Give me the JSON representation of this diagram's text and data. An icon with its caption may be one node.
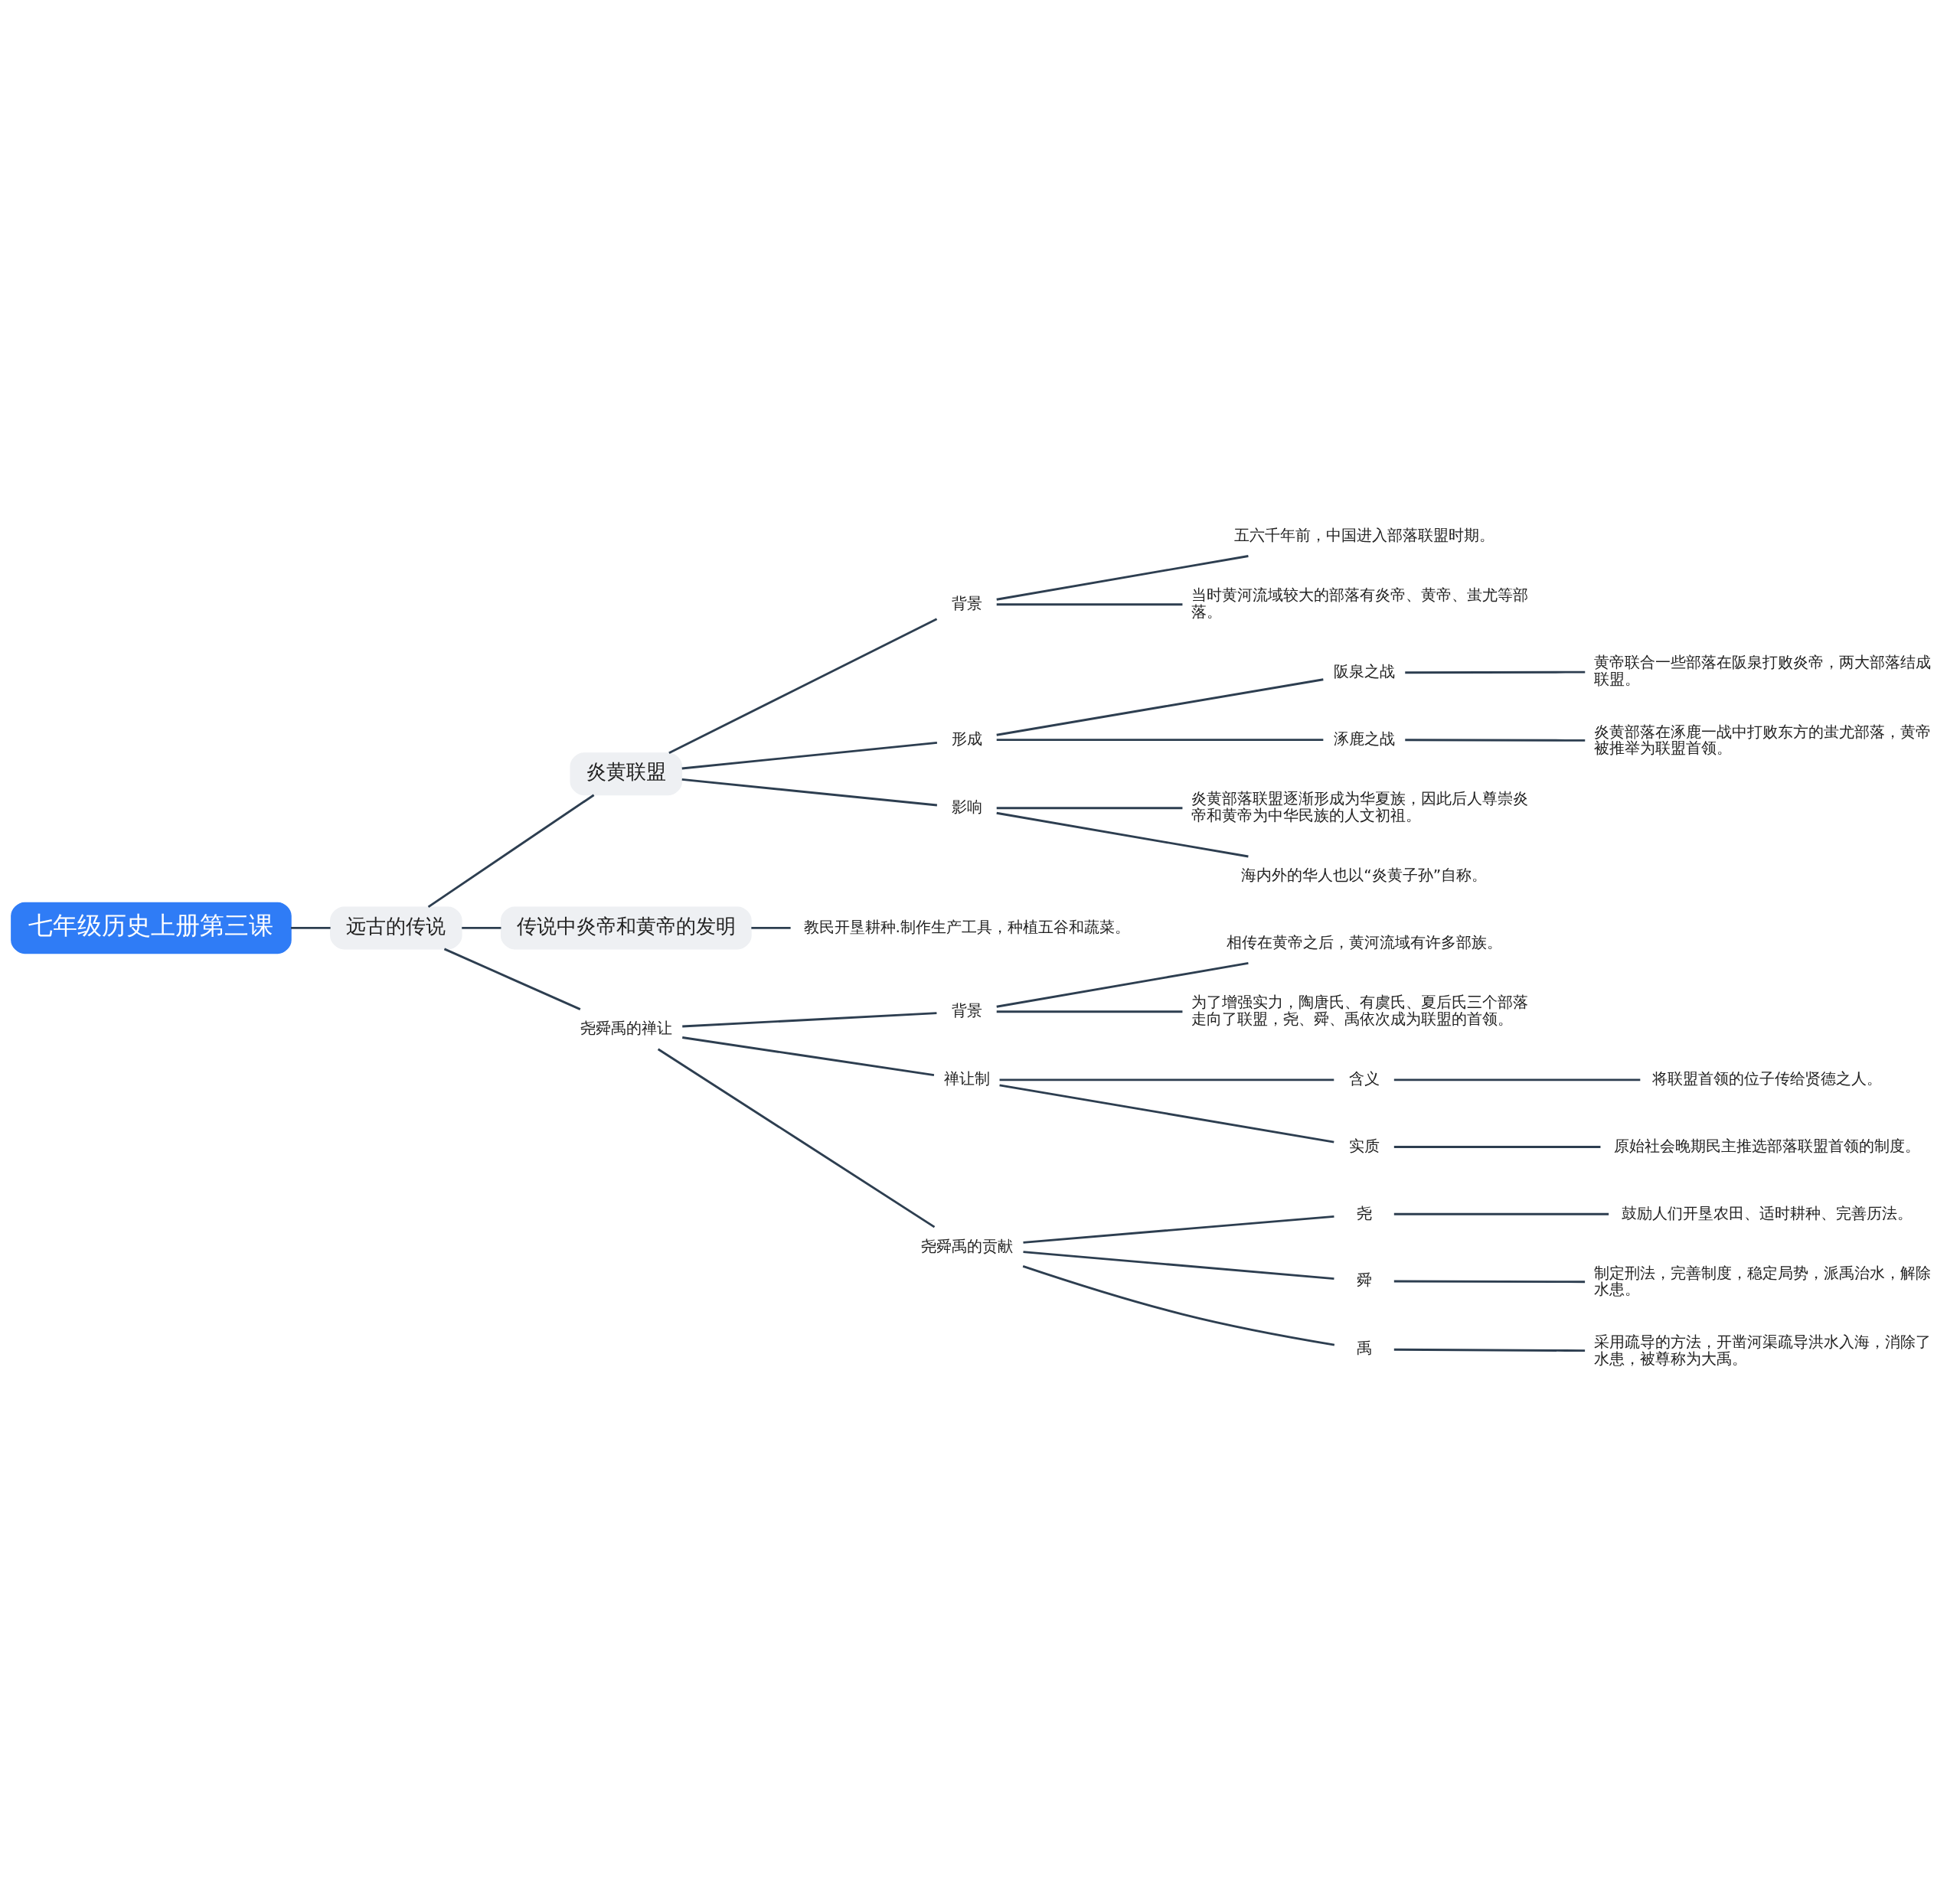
{
  "diagram": {
    "nodes": [
      {
        "text": [
          "七年级历史上册第三课"
        ]
      },
      {
        "text": [
          "远古的传说"
        ]
      },
      {
        "text": [
          "炎黄联盟"
        ]
      },
      {
        "text": [
          "背景"
        ]
      },
      {
        "text": [
          "五六千年前，中国进入部落联盟时期。"
        ]
      },
      {
        "text": [
          "当时黄河流域较大的部落有炎帝、黄帝、蚩尤等部落。"
        ]
      },
      {
        "text": [
          "形成"
        ]
      },
      {
        "text": [
          "阪泉之战"
        ]
      },
      {
        "text": [
          "黄帝联合一些部落在阪泉打败炎帝，两大部落结成联盟。"
        ]
      },
      {
        "text": [
          "涿鹿之战"
        ]
      },
      {
        "text": [
          "炎黄部落在涿鹿一战中打败东方的蚩尤部落，黄帝被推举为联盟首领。"
        ]
      },
      {
        "text": [
          "影响"
        ]
      },
      {
        "text": [
          "炎黄部落联盟逐渐形成为华夏族，因此后人尊崇炎帝和黄帝为中华民族的人文初祖。"
        ]
      },
      {
        "text": [
          "海内外的华人也以“炎黄子孙”自称。"
        ]
      },
      {
        "text": [
          "传说中炎帝和黄帝的发明"
        ]
      },
      {
        "text": [
          "教民开垦耕种.制作生产工具，种植五谷和蔬菜。"
        ]
      },
      {
        "text": [
          "尧舜禹的禅让"
        ]
      },
      {
        "text": [
          "背景"
        ]
      },
      {
        "text": [
          "相传在黄帝之后，黄河流域有许多部族。"
        ]
      },
      {
        "text": [
          "为了增强实力，陶唐氏、有虞氏、夏后氏三个部落走向了联盟，尧、舜、禹依次成为联盟的首领。"
        ]
      },
      {
        "text": [
          "禅让制"
        ]
      },
      {
        "text": [
          "含义"
        ]
      },
      {
        "text": [
          "将联盟首领的位子传给贤德之人。"
        ]
      },
      {
        "text": [
          "实质"
        ]
      },
      {
        "text": [
          "原始社会晚期民主推选部落联盟首领的制度。"
        ]
      },
      {
        "text": [
          "尧舜禹的贡献"
        ]
      },
      {
        "text": [
          "尧"
        ]
      },
      {
        "text": [
          "鼓励人们开垦农田、适时耕种、完善历法。"
        ]
      },
      {
        "text": [
          "舜"
        ]
      },
      {
        "text": [
          "制定刑法，完善制度，稳定局势，派禹治水，解除水患。"
        ]
      },
      {
        "text": [
          "禹"
        ]
      },
      {
        "text": [
          "采用疏导的方法，开凿河渠疏导洪水入海，消除了水患，被尊称为大禹。"
        ]
      }
    ],
    "edges": [
      {
        "from": 0,
        "to": 1,
        "arrow": "none"
      },
      {
        "from": 1,
        "to": 2,
        "arrow": "none"
      },
      {
        "from": 2,
        "to": 3,
        "arrow": "none"
      },
      {
        "from": 3,
        "to": 4,
        "arrow": "none"
      },
      {
        "from": 3,
        "to": 5,
        "arrow": "none"
      },
      {
        "from": 2,
        "to": 6,
        "arrow": "none"
      },
      {
        "from": 6,
        "to": 7,
        "arrow": "none"
      },
      {
        "from": 7,
        "to": 8,
        "arrow": "none"
      },
      {
        "from": 6,
        "to": 9,
        "arrow": "none"
      },
      {
        "from": 9,
        "to": 10,
        "arrow": "none"
      },
      {
        "from": 2,
        "to": 11,
        "arrow": "none"
      },
      {
        "from": 11,
        "to": 12,
        "arrow": "none"
      },
      {
        "from": 11,
        "to": 13,
        "arrow": "none"
      },
      {
        "from": 1,
        "to": 14,
        "arrow": "none"
      },
      {
        "from": 14,
        "to": 15,
        "arrow": "none"
      },
      {
        "from": 1,
        "to": 16,
        "arrow": "none"
      },
      {
        "from": 16,
        "to": 17,
        "arrow": "none"
      },
      {
        "from": 17,
        "to": 18,
        "arrow": "none"
      },
      {
        "from": 17,
        "to": 19,
        "arrow": "none"
      },
      {
        "from": 16,
        "to": 20,
        "arrow": "none"
      },
      {
        "from": 20,
        "to": 21,
        "arrow": "none"
      },
      {
        "from": 21,
        "to": 22,
        "arrow": "none"
      },
      {
        "from": 20,
        "to": 23,
        "arrow": "none"
      },
      {
        "from": 23,
        "to": 24,
        "arrow": "none"
      },
      {
        "from": 16,
        "to": 25,
        "arrow": "none"
      },
      {
        "from": 25,
        "to": 26,
        "arrow": "none"
      },
      {
        "from": 26,
        "to": 27,
        "arrow": "none"
      },
      {
        "from": 25,
        "to": 28,
        "arrow": "none"
      },
      {
        "from": 28,
        "to": 29,
        "arrow": "none"
      },
      {
        "from": 25,
        "to": 30,
        "arrow": "none"
      },
      {
        "from": 30,
        "to": 31,
        "arrow": "none"
      }
    ]
  }
}
